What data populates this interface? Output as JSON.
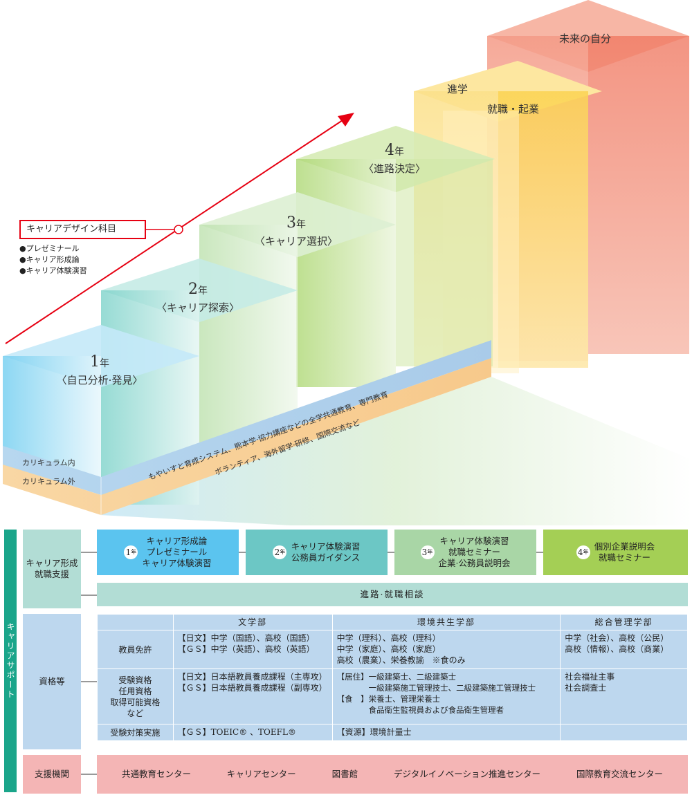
{
  "career_design": {
    "title": "キャリアデザイン科目",
    "items": [
      "●プレゼミナール",
      "●キャリア形成論",
      "●キャリア体験演習"
    ]
  },
  "stairs": {
    "y1": {
      "num": "1",
      "unit": "年",
      "label": "〈自己分析·発見〉"
    },
    "y2": {
      "num": "2",
      "unit": "年",
      "label": "〈キャリア探索〉"
    },
    "y3": {
      "num": "3",
      "unit": "年",
      "label": "〈キャリア選択〉"
    },
    "y4": {
      "num": "4",
      "unit": "年",
      "label": "〈進路決定〉"
    },
    "advance": "進学",
    "employment": "就職・起業",
    "future": "未来の自分"
  },
  "bands": {
    "inner_label": "カリキュラム内",
    "outer_label": "カリキュラム外",
    "inner_text": "もやいすと育成システム、熊本学·協力講座などの全学共通教育、専門教育",
    "outer_text": "ボランティア、海外留学·研修、国際交流など"
  },
  "support": {
    "side_label": "キャリアサポート",
    "career": {
      "label": "キャリア形成\n就職支援",
      "steps": [
        {
          "badge_num": "1",
          "badge_unit": "年",
          "text": "キャリア形成論\nプレゼミナール\nキャリア体験演習"
        },
        {
          "badge_num": "2",
          "badge_unit": "年",
          "text": "キャリア体験演習\n公務員ガイダンス"
        },
        {
          "badge_num": "3",
          "badge_unit": "年",
          "text": "キャリア体験演習\n就職セミナー\n企業·公務員説明会"
        },
        {
          "badge_num": "4",
          "badge_unit": "年",
          "text": "個別企業説明会\n就職セミナー"
        }
      ],
      "consult": "進路·就職相談"
    },
    "qual": {
      "label": "資格等",
      "headers": [
        "文学部",
        "環境共生学部",
        "総合管理学部"
      ],
      "rows": [
        {
          "label": "教員免許",
          "cells": [
            "【日文】中学（国語）、高校（国語）\n【ＧＳ】中学（英語）、高校（英語）",
            "中学（理科）、高校（理科）\n中学（家庭）、高校（家庭）\n高校（農業）、栄養教諭　※食のみ",
            "中学（社会）、高校（公民）\n高校（情報）、高校（商業）"
          ]
        },
        {
          "label": "受験資格\n任用資格\n取得可能資格\nなど",
          "cells": [
            "【日文】日本語教員養成課程（主専攻）\n【ＧＳ】日本語教員養成課程（副専攻）",
            "【居住】一級建築士、二級建築士\n　　　　一級建築施工管理技士、二級建築施工管理技士\n【食　】栄養士、管理栄養士\n　　　　食品衛生監視員および食品衛生管理者",
            "社会福祉主事\n社会調査士"
          ]
        },
        {
          "label": "受験対策実施",
          "cells": [
            "【ＧＳ】TOEIC® 、TOEFL®",
            "【資源】環境計量士",
            ""
          ]
        }
      ]
    },
    "agencies": {
      "label": "支援機関",
      "items": [
        "共通教育センター",
        "キャリアセンター",
        "図書館",
        "デジタルイノベーション推進センター",
        "国際教育交流センター"
      ]
    }
  },
  "colors": {
    "accent_red": "#e60012",
    "teal": "#1aa58a",
    "year1": "#5bc4ef",
    "year2": "#6cc7c5",
    "year3": "#a9d6a6",
    "year4": "#a4cf55",
    "consult": "#b2ddd5",
    "table": "#bdd7ee",
    "agency": "#f4b5b5"
  }
}
